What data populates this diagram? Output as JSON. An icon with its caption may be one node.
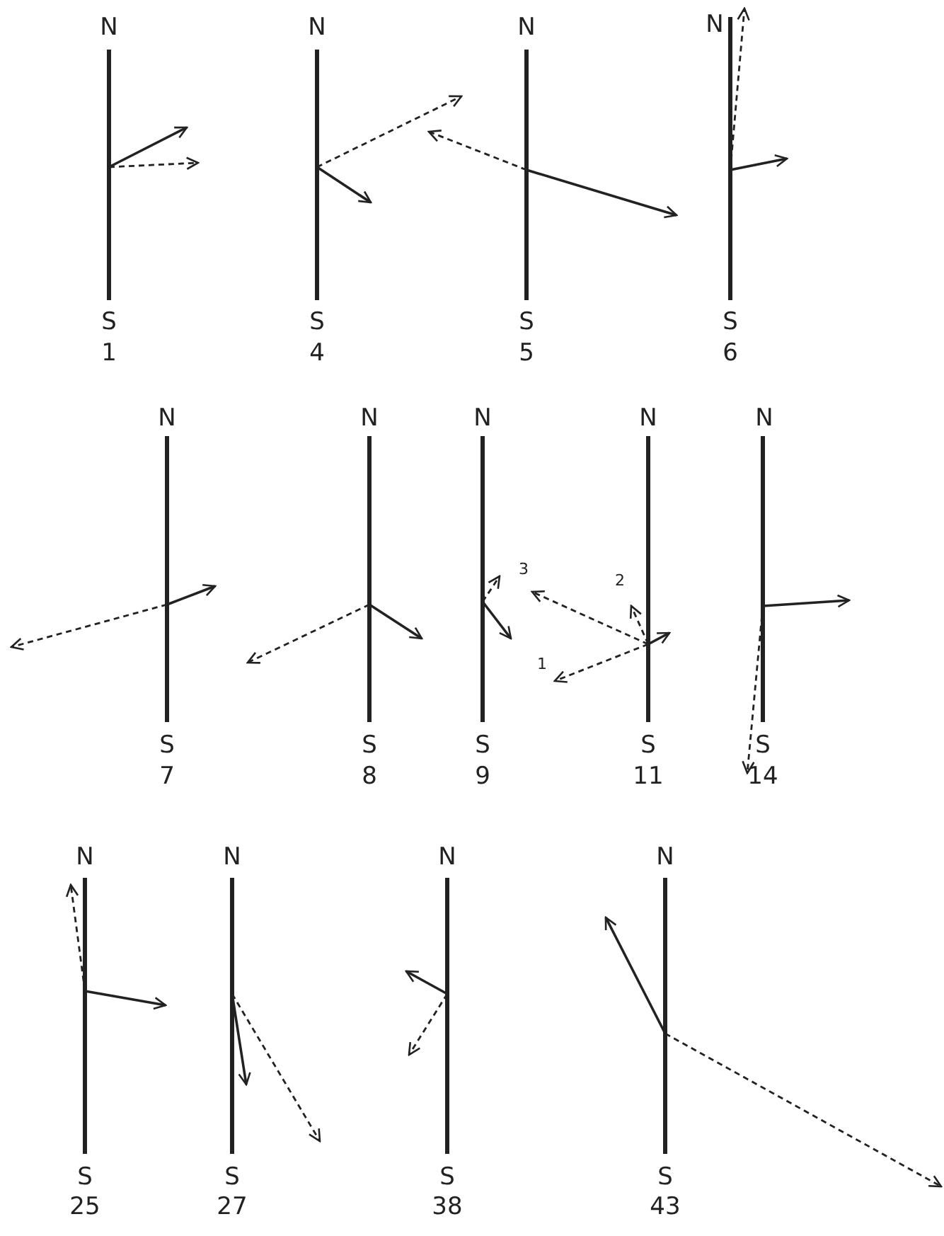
{
  "diagram": {
    "labels": [
      "N",
      "S",
      "1",
      "N",
      "S",
      "4",
      "N",
      "S",
      "5",
      "N",
      "S",
      "6",
      "N",
      "S",
      "7",
      "N",
      "S",
      "8",
      "N",
      "S",
      "9",
      "N",
      "3",
      "2",
      "1",
      "S",
      "11",
      "N",
      "S",
      "14",
      "N",
      "S",
      "25",
      "N",
      "S",
      "27",
      "N",
      "S",
      "38",
      "N",
      "S",
      "43"
    ]
  }
}
